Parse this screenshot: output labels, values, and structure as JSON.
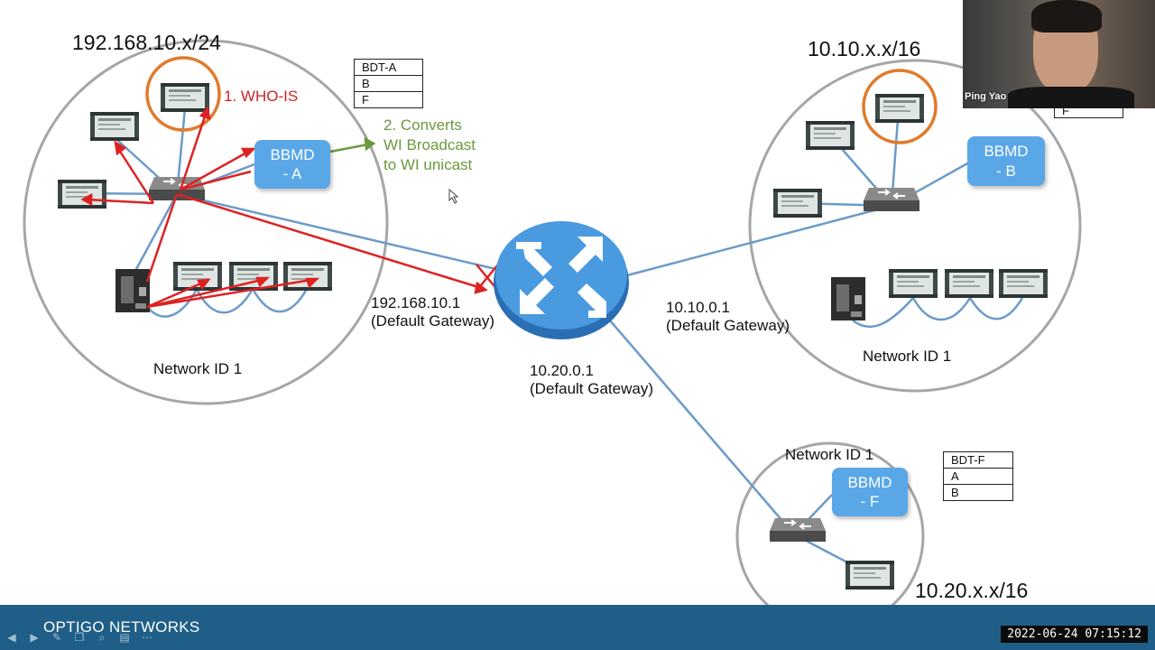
{
  "slide": {
    "subnets": {
      "a": "192.168.10.x/24",
      "b": "10.10.x.x/16",
      "f": "10.20.x.x/16"
    },
    "network_id_label": "Network ID 1",
    "who_is": "1. WHO-IS",
    "converts": [
      "2. Converts",
      "WI Broadcast",
      "to WI unicast"
    ],
    "bbmd_a": [
      "BBMD",
      "- A"
    ],
    "bbmd_b": [
      "BBMD",
      "- B"
    ],
    "bbmd_f": [
      "BBMD",
      "- F"
    ],
    "bdt_a": [
      "BDT-A",
      "B",
      "F"
    ],
    "bdt_b_visible": "F",
    "bdt_f": [
      "BDT-F",
      "A",
      "B"
    ],
    "gateways": {
      "a": [
        "192.168.10.1",
        "(Default Gateway)"
      ],
      "b": [
        "10.10.0.1",
        "(Default Gateway)"
      ],
      "f": [
        "10.20.0.1",
        "(Default Gateway)"
      ]
    }
  },
  "webcam": {
    "name": "Ping Yao"
  },
  "footer": {
    "brand": "OPTIGO NETWORKS",
    "timestamp": "2022-06-24 07:15:12",
    "controls": [
      "prev-icon",
      "next-icon",
      "pen-icon",
      "copy-icon",
      "zoom-icon",
      "subtitles-icon",
      "more-icon"
    ]
  },
  "colors": {
    "accent": "#5aa7e8",
    "footer": "#1f5f87",
    "red": "#cc2424",
    "orange": "#e07a2a",
    "green": "#6a9a3c"
  }
}
